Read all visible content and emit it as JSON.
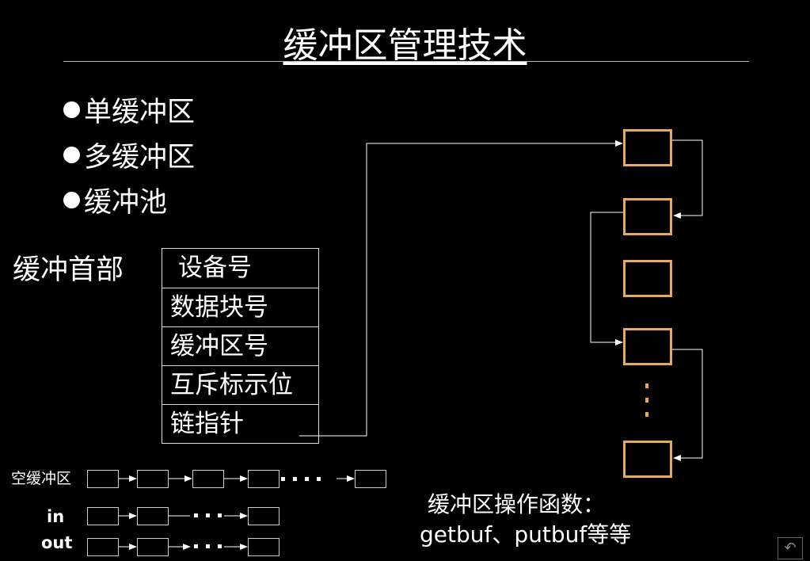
{
  "title": "缓冲区管理技术",
  "bullets": [
    "单缓冲区",
    "多缓冲区",
    "缓冲池"
  ],
  "header": {
    "label": "缓冲首部",
    "fields": [
      "设备号",
      "数据块号",
      "缓冲区号",
      "互斥标示位",
      "链指针"
    ]
  },
  "queues": {
    "empty_label": "空缓冲区",
    "in_label": "in",
    "out_label": "out"
  },
  "functions": {
    "line1": "缓冲区操作函数：",
    "line2": "getbuf、putbuf等等"
  },
  "colors": {
    "background": "#000000",
    "buffer_border": "#e8a860",
    "line": "#ffffff"
  },
  "nav_icon": "return-icon"
}
